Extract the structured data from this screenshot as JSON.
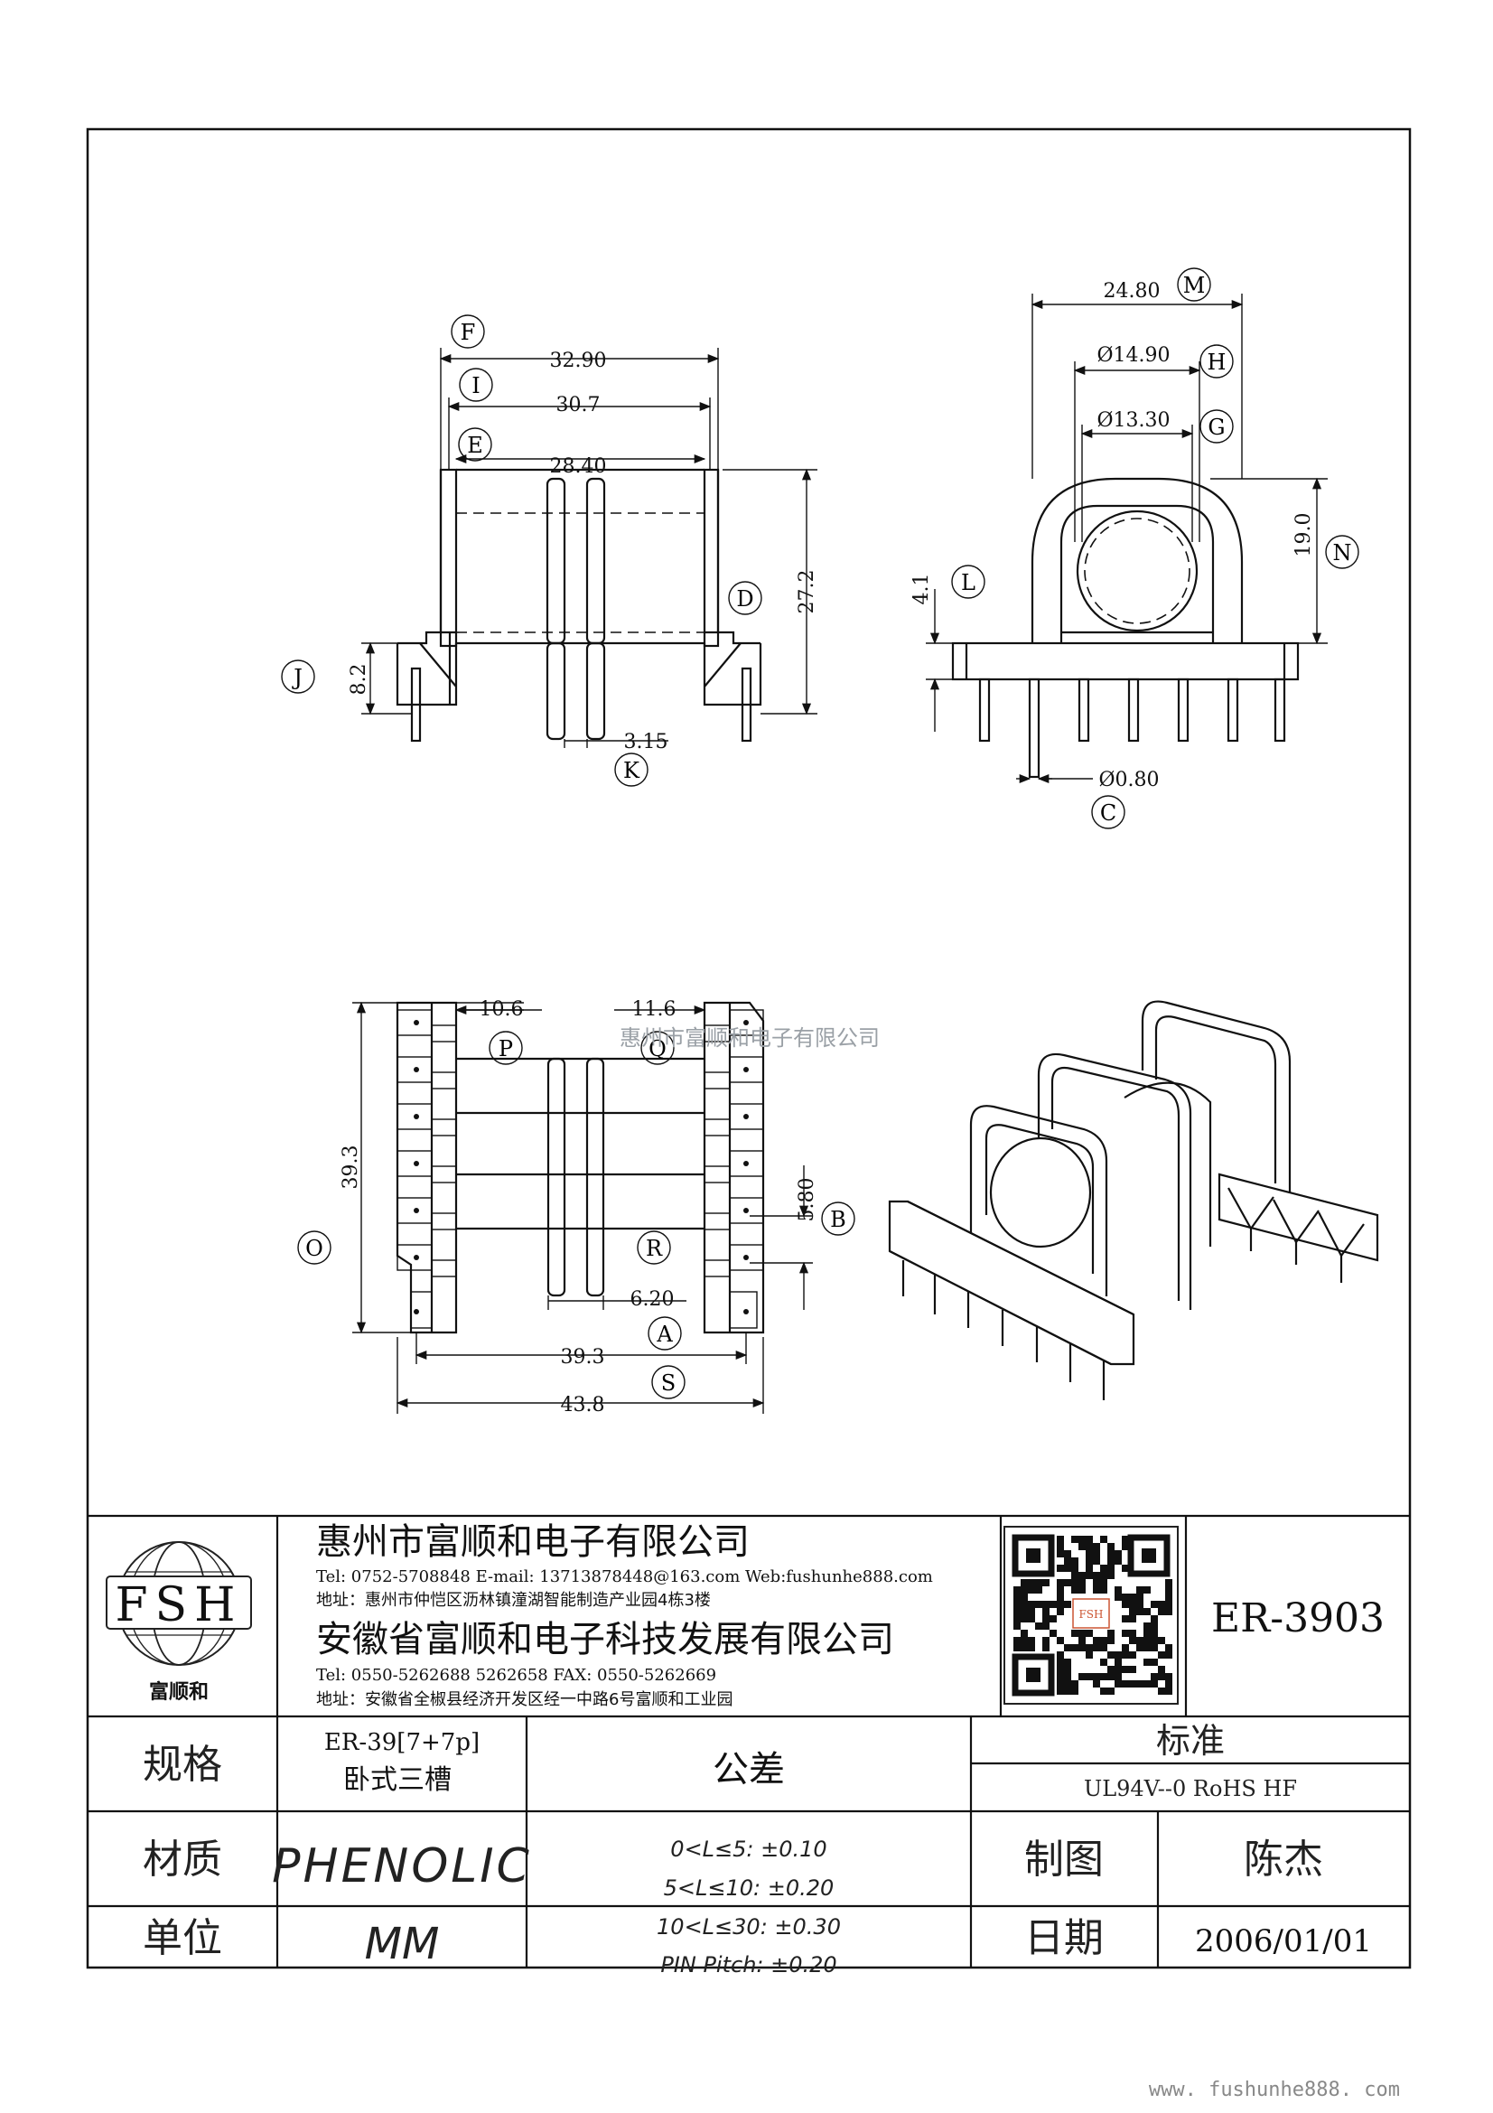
{
  "watermark": "惠州市富顺和电子有限公司",
  "footer_url": "www. fushunhe888. com",
  "drawing": {
    "front": {
      "dims": {
        "F": "32.90",
        "I": "30.7",
        "E": "28.40",
        "height": "27.2",
        "J": "8.2",
        "K": "3.15"
      },
      "labels": [
        "F",
        "I",
        "E",
        "D",
        "J",
        "K"
      ]
    },
    "side": {
      "dims": {
        "M": "24.80",
        "H": "Ø14.90",
        "G": "Ø13.30",
        "N": "19.0",
        "L": "4.1",
        "C": "Ø0.80"
      },
      "labels": [
        "M",
        "H",
        "G",
        "N",
        "L",
        "C"
      ]
    },
    "top": {
      "dims": {
        "P": "10.6",
        "Q": "11.6",
        "O": "39.3",
        "B": "5.80",
        "R": "6.20",
        "A": "39.3",
        "S": "43.8"
      },
      "labels": [
        "P",
        "Q",
        "O",
        "B",
        "R",
        "A",
        "S"
      ]
    }
  },
  "title_block": {
    "logo_text": "FSH",
    "logo_caption": "富顺和",
    "company1": {
      "name": "惠州市富顺和电子有限公司",
      "contact": "Tel: 0752-5708848   E-mail: 13713878448@163.com   Web:fushunhe888.com",
      "address": "地址：惠州市仲恺区沥林镇潼湖智能制造产业园4栋3楼"
    },
    "company2": {
      "name": "安徽省富顺和电子科技发展有限公司",
      "contact": "Tel:  0550-5262688  5262658      FAX:  0550-5262669",
      "address": "地址：安徽省全椒县经济开发区经一中路6号富顺和工业园"
    },
    "qr_caption": "FSH",
    "part_number": "ER-3903",
    "spec_label": "规格",
    "spec_value1": "ER-39[7+7p]",
    "spec_value2": "卧式三槽",
    "tolerance_label": "公差",
    "tolerances": [
      "0<L≤5: ±0.10",
      "5<L≤10: ±0.20",
      "10<L≤30: ±0.30",
      "PIN Pitch: ±0.20"
    ],
    "standard_label": "标准",
    "standard_value": "UL94V--0  RoHS HF",
    "material_label": "材质",
    "material_value": "PHENOLIC",
    "drawn_label": "制图",
    "drawn_value": "陈杰",
    "unit_label": "单位",
    "unit_value": "MM",
    "date_label": "日期",
    "date_value": "2006/01/01"
  }
}
